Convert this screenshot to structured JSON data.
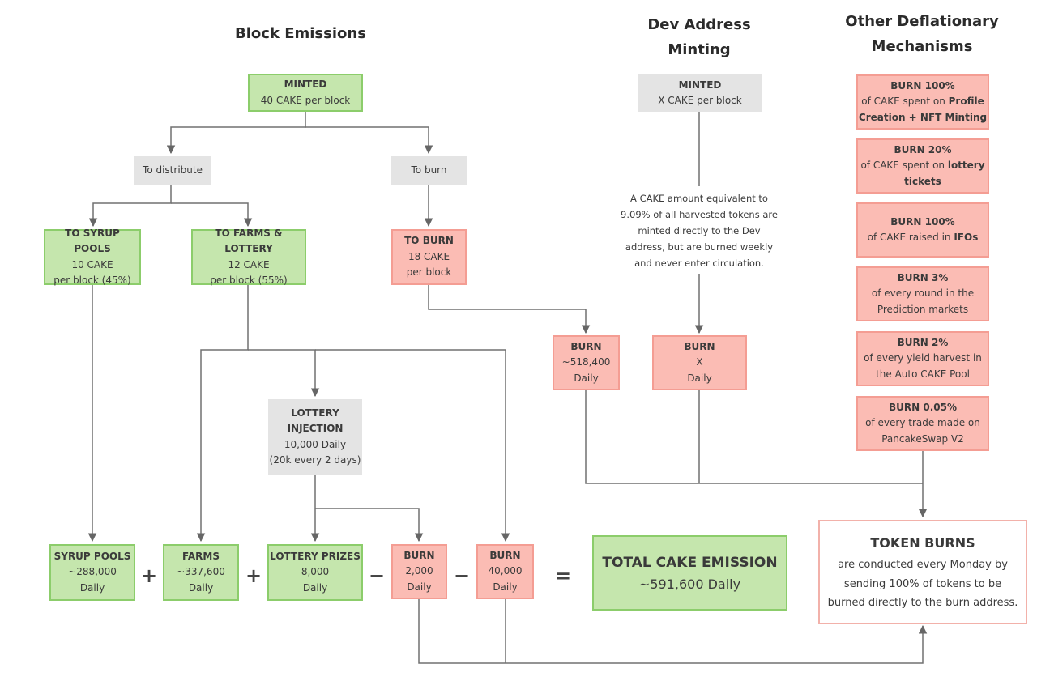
{
  "headers": {
    "block_emissions": "Block Emissions",
    "dev_address": [
      "Dev Address",
      "Minting"
    ],
    "deflationary": [
      "Other Deflationary",
      "Mechanisms"
    ]
  },
  "block": {
    "minted": {
      "title": "MINTED",
      "lines": [
        "40 CAKE per block"
      ]
    },
    "to_distribute": "To distribute",
    "to_burn_label": "To burn",
    "syrup_pools": {
      "title": "TO SYRUP POOLS",
      "lines": [
        "10 CAKE",
        "per block (45%)"
      ]
    },
    "farms_lottery": {
      "title": "TO FARMS & LOTTERY",
      "lines": [
        "12 CAKE",
        "per block (55%)"
      ]
    },
    "to_burn": {
      "title": "TO BURN",
      "lines": [
        "18 CAKE",
        "per block"
      ]
    },
    "burn_daily": {
      "title": "BURN",
      "lines": [
        "~518,400",
        "Daily"
      ]
    },
    "lottery_injection": {
      "title": "LOTTERY INJECTION",
      "lines": [
        "10,000 Daily",
        "(20k every 2 days)"
      ]
    }
  },
  "dev": {
    "minted": {
      "title": "MINTED",
      "lines": [
        "X CAKE per block"
      ]
    },
    "note": [
      "A CAKE amount equivalent to",
      "9.09% of all harvested tokens are",
      "minted directly to the Dev",
      "address, but are burned weekly",
      "and never enter circulation."
    ],
    "burn": {
      "title": "BURN",
      "lines": [
        "X",
        "Daily"
      ]
    }
  },
  "deflationary": [
    {
      "title": "BURN 100%",
      "rich": [
        "of CAKE spent on <b>Profile</b>",
        "<b>Creation + NFT Minting</b>"
      ]
    },
    {
      "title": "BURN 20%",
      "rich": [
        "of CAKE spent on <b>lottery</b>",
        "<b>tickets</b>"
      ]
    },
    {
      "title": "BURN 100%",
      "rich": [
        "of CAKE raised in <b>IFOs</b>"
      ]
    },
    {
      "title": "BURN 3%",
      "rich": [
        "of every round in the",
        "Prediction markets"
      ]
    },
    {
      "title": "BURN 2%",
      "rich": [
        "of every yield harvest in",
        "the Auto CAKE Pool"
      ]
    },
    {
      "title": "BURN 0.05%",
      "rich": [
        "of every trade made on",
        "PancakeSwap V2"
      ]
    }
  ],
  "bottom": {
    "syrup": {
      "title": "SYRUP POOLS",
      "lines": [
        "~288,000",
        "Daily"
      ]
    },
    "farms": {
      "title": "FARMS",
      "lines": [
        "~337,600",
        "Daily"
      ]
    },
    "lottery_prizes": {
      "title": "LOTTERY PRIZES",
      "lines": [
        "8,000",
        "Daily"
      ]
    },
    "burn_2000": {
      "title": "BURN",
      "lines": [
        "2,000",
        "Daily"
      ]
    },
    "burn_40000": {
      "title": "BURN",
      "lines": [
        "40,000",
        "Daily"
      ]
    },
    "total": {
      "title": "TOTAL CAKE EMISSION",
      "lines": [
        "~591,600 Daily"
      ]
    }
  },
  "operators": [
    "+",
    "+",
    "−",
    "−",
    "="
  ],
  "token_burns": {
    "title": "TOKEN BURNS",
    "lines": [
      "are conducted every Monday by",
      "sending 100% of tokens to be",
      "burned directly to the burn address."
    ]
  },
  "colors": {
    "green_fill": "#c5e6ad",
    "green_border": "#8ccd6b",
    "red_fill": "#fbbcb4",
    "red_border": "#f49d93",
    "gray_fill": "#e4e4e4",
    "line": "#666666"
  }
}
